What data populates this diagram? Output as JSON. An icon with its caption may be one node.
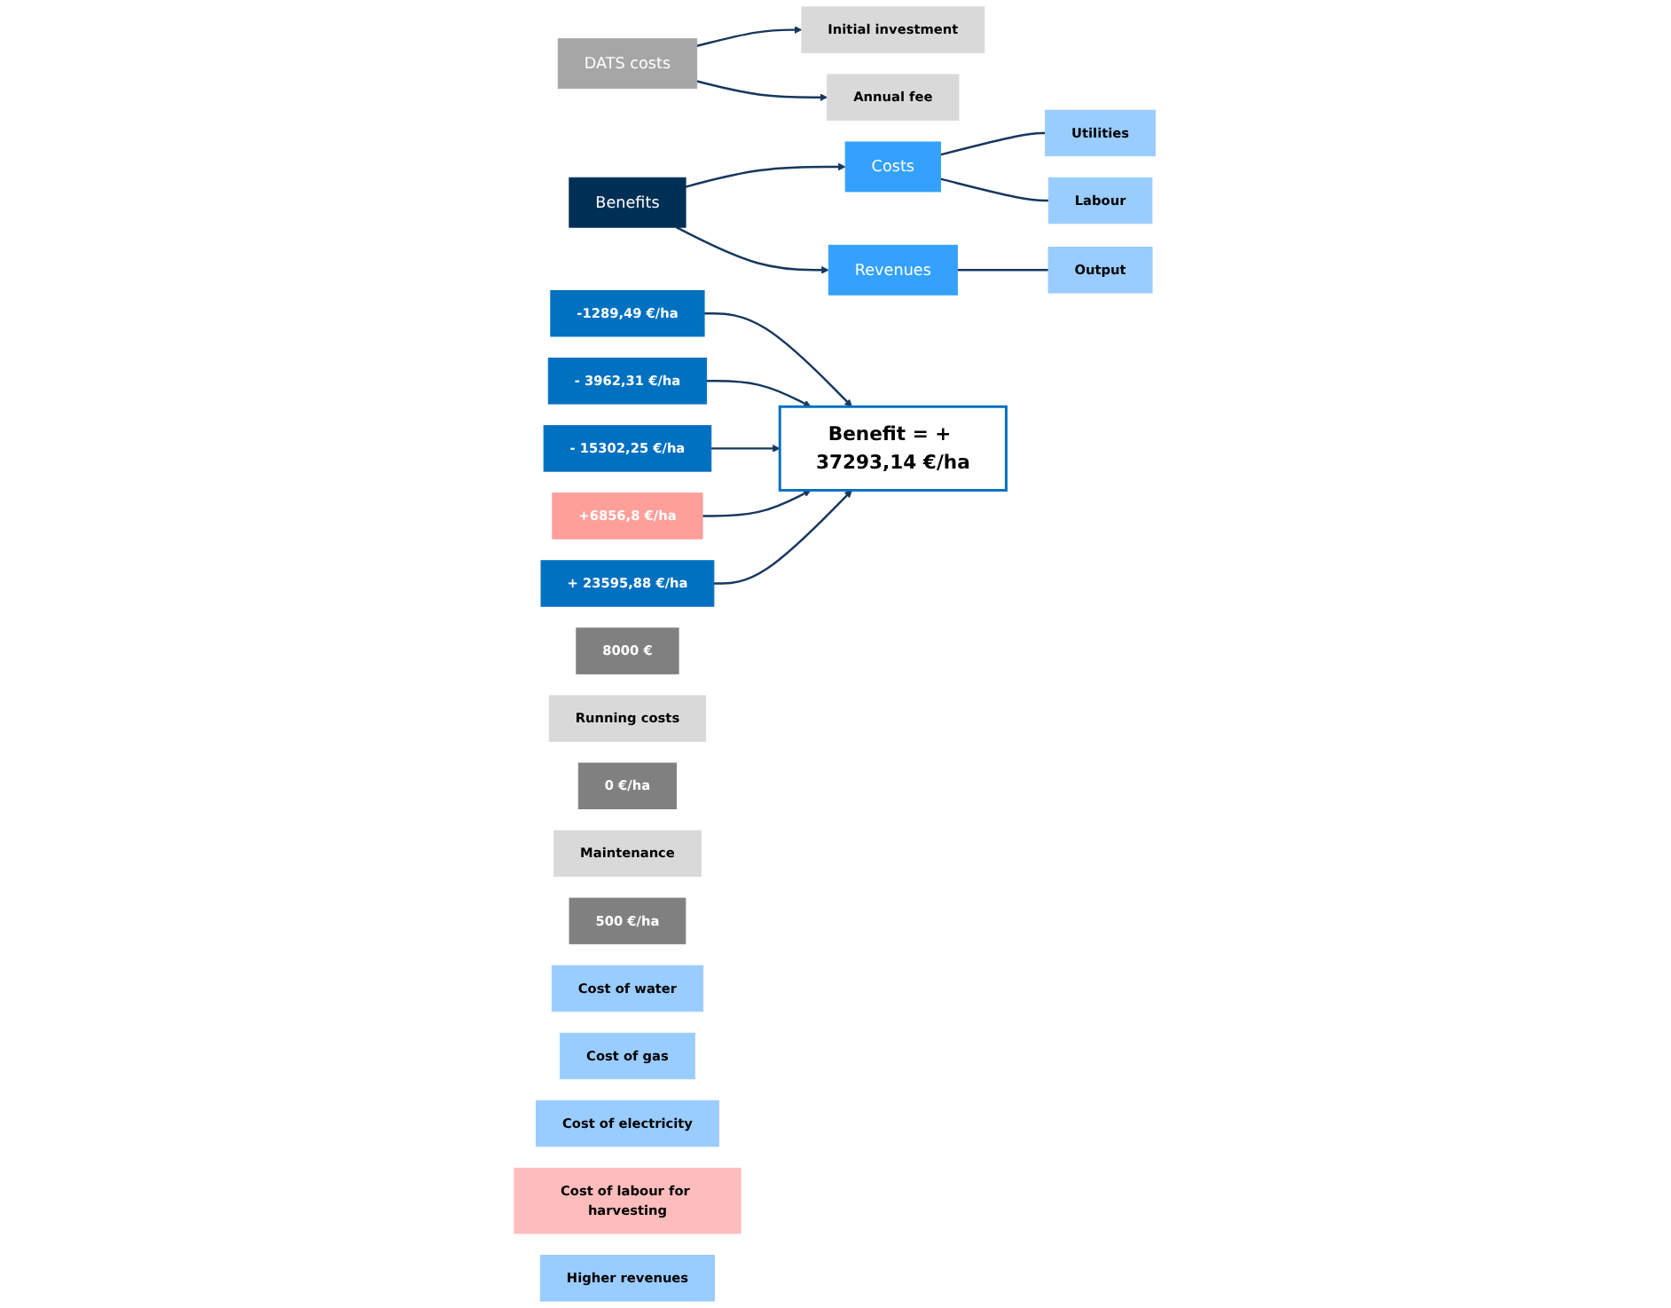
{
  "diagram": {
    "nodes": [
      {
        "text": [
          "DATS costs"
        ]
      },
      {
        "text": [
          "Initial investment"
        ]
      },
      {
        "text": [
          "8000 €"
        ]
      },
      {
        "text": [
          "Running costs"
        ]
      },
      {
        "text": [
          "Annual fee"
        ]
      },
      {
        "text": [
          "0 €/ha"
        ]
      },
      {
        "text": [
          "Maintenance"
        ]
      },
      {
        "text": [
          "500 €/ha"
        ]
      },
      {
        "text": [
          "Benefits"
        ]
      },
      {
        "text": [
          "Costs"
        ]
      },
      {
        "text": [
          "Revenues"
        ]
      },
      {
        "text": [
          "Utilities"
        ]
      },
      {
        "text": [
          "Cost of water"
        ]
      },
      {
        "text": [
          "-1289,49 €/ha"
        ]
      },
      {
        "text": [
          "Cost of gas"
        ]
      },
      {
        "text": [
          "- 3962,31 €/ha"
        ]
      },
      {
        "text": [
          "Cost of electricity"
        ]
      },
      {
        "text": [
          "- 15302,25 €/ha"
        ]
      },
      {
        "text": [
          "Labour"
        ]
      },
      {
        "text": [
          "Cost of labour for harvesting"
        ]
      },
      {
        "text": [
          "+6856,8 €/ha"
        ]
      },
      {
        "text": [
          "Output"
        ]
      },
      {
        "text": [
          "Higher revenues"
        ]
      },
      {
        "text": [
          "+ 23595,88 €/ha"
        ]
      },
      {
        "text": [
          "Benefit = + 37293,14 €/ha"
        ]
      }
    ],
    "edges": [
      {
        "from": 0,
        "to": 1,
        "arrow": "to"
      },
      {
        "from": 0,
        "to": 4,
        "arrow": "to"
      },
      {
        "from": 8,
        "to": 9,
        "arrow": "to"
      },
      {
        "from": 8,
        "to": 10,
        "arrow": "to"
      },
      {
        "from": 9,
        "to": 11,
        "arrow": "none"
      },
      {
        "from": 9,
        "to": 18,
        "arrow": "none"
      },
      {
        "from": 10,
        "to": 21,
        "arrow": "none"
      },
      {
        "from": 13,
        "to": 24,
        "arrow": "to"
      },
      {
        "from": 15,
        "to": 24,
        "arrow": "to"
      },
      {
        "from": 17,
        "to": 24,
        "arrow": "to"
      },
      {
        "from": 20,
        "to": 24,
        "arrow": "to"
      },
      {
        "from": 23,
        "to": 24,
        "arrow": "to"
      }
    ]
  }
}
